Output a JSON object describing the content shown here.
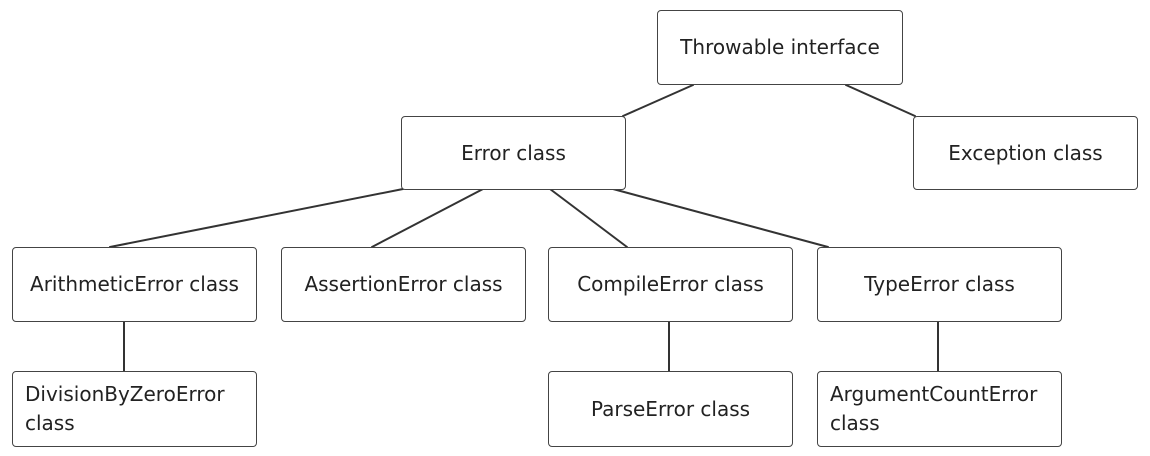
{
  "diagram": {
    "type": "hierarchy-tree",
    "line_color": "#333333",
    "box_border_color": "#444444",
    "nodes": {
      "throwable": "Throwable interface",
      "error": "Error class",
      "exception": "Exception class",
      "arithmetic_error": "ArithmeticError class",
      "assertion_error": "AssertionError class",
      "compile_error": "CompileError class",
      "type_error": "TypeError class",
      "division_by_zero_error": "DivisionByZeroError\nclass",
      "parse_error": "ParseError class",
      "argument_count_error": "ArgumentCountError\nclass"
    },
    "edges": [
      [
        "throwable",
        "error"
      ],
      [
        "throwable",
        "exception"
      ],
      [
        "error",
        "arithmetic_error"
      ],
      [
        "error",
        "assertion_error"
      ],
      [
        "error",
        "compile_error"
      ],
      [
        "error",
        "type_error"
      ],
      [
        "arithmetic_error",
        "division_by_zero_error"
      ],
      [
        "compile_error",
        "parse_error"
      ],
      [
        "type_error",
        "argument_count_error"
      ]
    ]
  }
}
